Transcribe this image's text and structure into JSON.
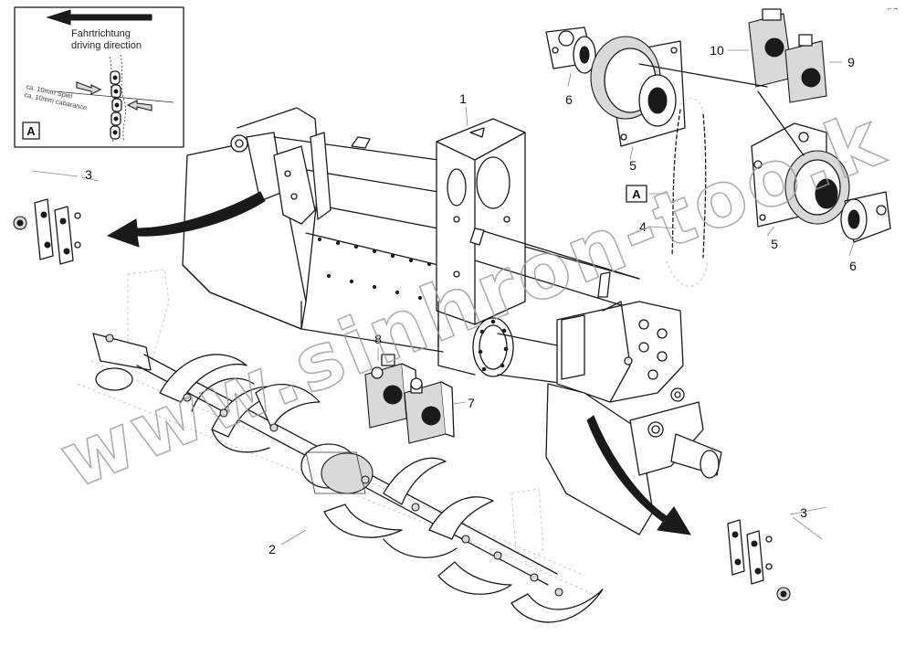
{
  "inset": {
    "direction_label_de": "Fahrtrichtung",
    "direction_label_en": "driving direction",
    "clearance_label_de": "ca. 10mm Spiel",
    "clearance_label_en": "ca. 10mm cabarance",
    "view_tag": "A"
  },
  "callouts": {
    "c1": "1",
    "c2": "2",
    "c3_left": "3",
    "c3_right": "3",
    "c4": "4",
    "c5_top": "5",
    "c5_right": "5",
    "c6_top": "6",
    "c6_right": "6",
    "c7": "7",
    "c8": "8",
    "c9": "9",
    "c10": "10"
  },
  "view_tag_chain": "A",
  "watermark": "www.sinhron-too.k",
  "corner_mark": "⌐ ¬"
}
